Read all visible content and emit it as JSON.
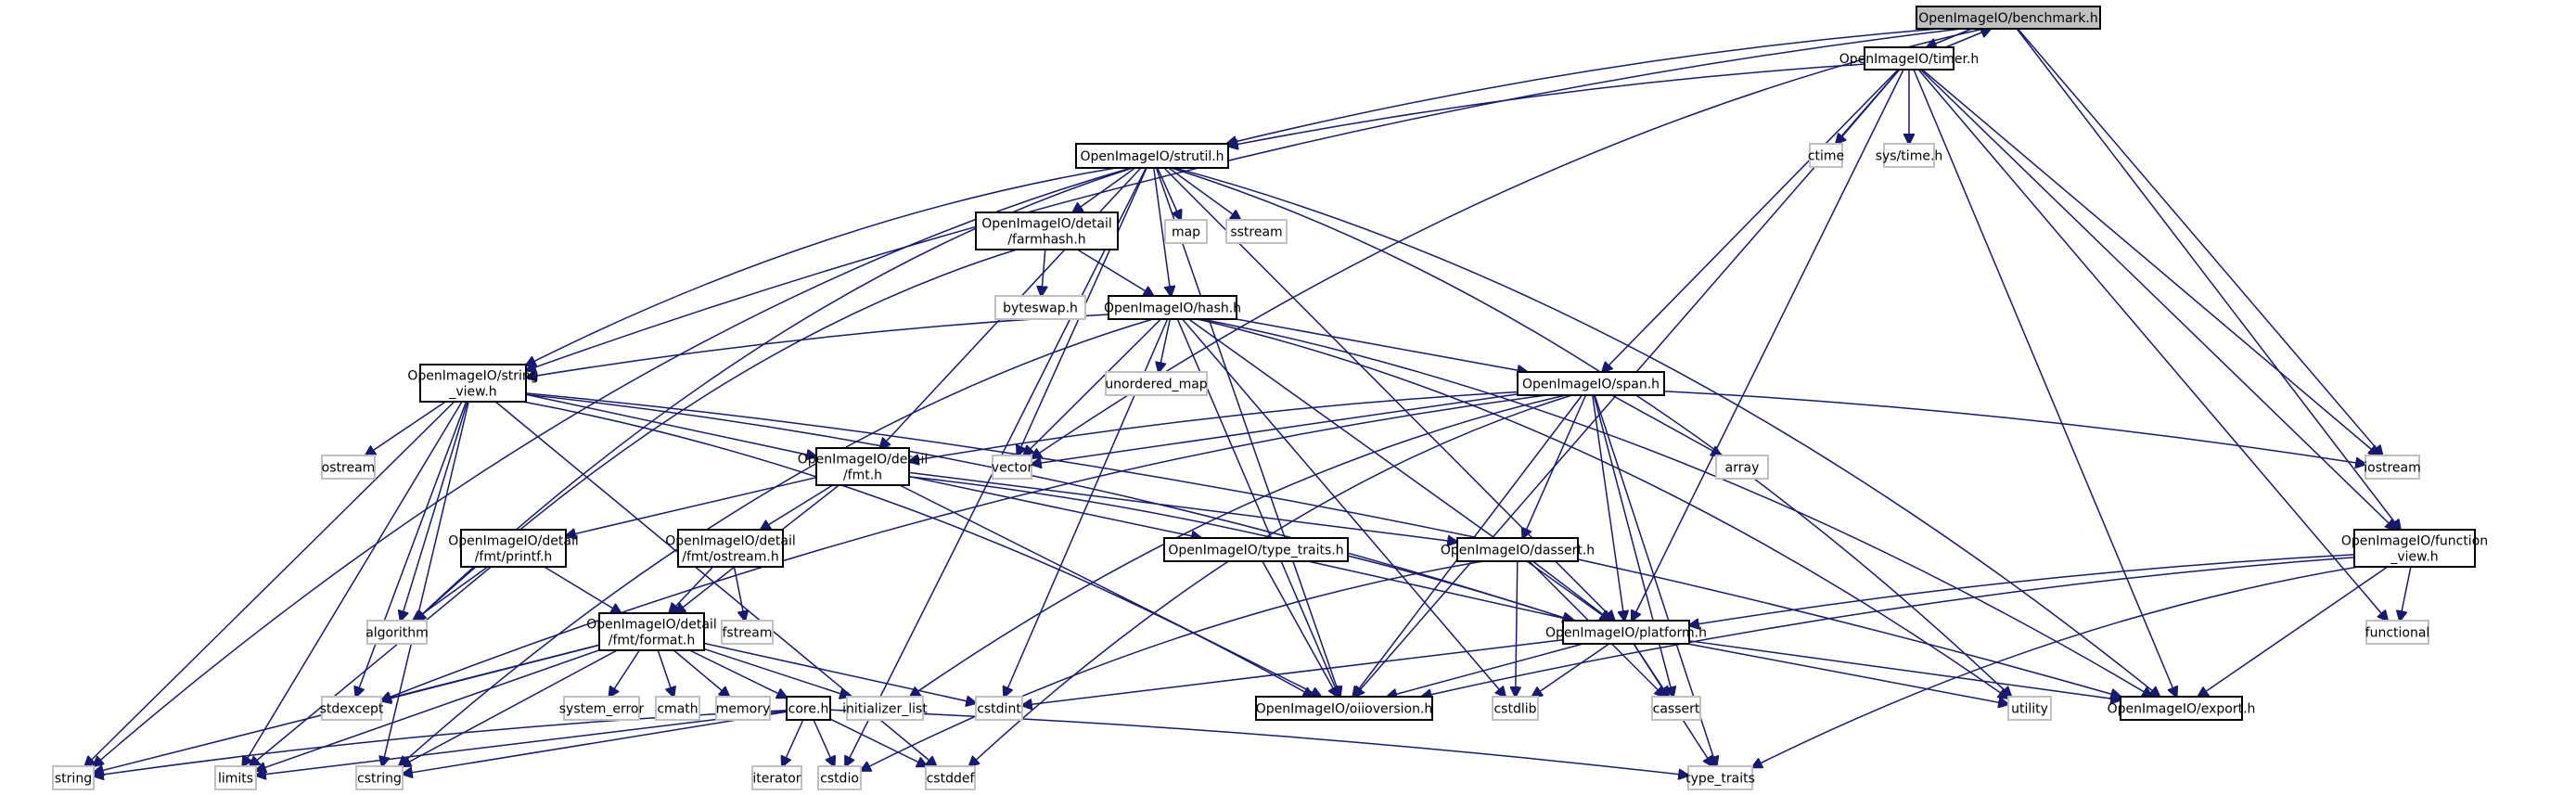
{
  "diagram": {
    "type": "include-dependency-graph",
    "colors": {
      "edge": "#191970",
      "root_fill": "#bfbfbf",
      "project_border": "#000000",
      "system_border": "#bfbfbf"
    },
    "nodes": [
      {
        "id": "benchmark",
        "lines": [
          "OpenImageIO/benchmark.h"
        ],
        "kind": "root"
      },
      {
        "id": "timer",
        "lines": [
          "OpenImageIO/timer.h"
        ],
        "kind": "project"
      },
      {
        "id": "strutil",
        "lines": [
          "OpenImageIO/strutil.h"
        ],
        "kind": "project"
      },
      {
        "id": "ctime",
        "lines": [
          "ctime"
        ],
        "kind": "system"
      },
      {
        "id": "systime",
        "lines": [
          "sys/time.h"
        ],
        "kind": "system"
      },
      {
        "id": "farmhash",
        "lines": [
          "OpenImageIO/detail",
          "/farmhash.h"
        ],
        "kind": "project"
      },
      {
        "id": "map",
        "lines": [
          "map"
        ],
        "kind": "system"
      },
      {
        "id": "sstream",
        "lines": [
          "sstream"
        ],
        "kind": "system"
      },
      {
        "id": "byteswap",
        "lines": [
          "byteswap.h"
        ],
        "kind": "system"
      },
      {
        "id": "hash",
        "lines": [
          "OpenImageIO/hash.h"
        ],
        "kind": "project"
      },
      {
        "id": "string_view",
        "lines": [
          "OpenImageIO/string",
          "_view.h"
        ],
        "kind": "project"
      },
      {
        "id": "unordered_map",
        "lines": [
          "unordered_map"
        ],
        "kind": "system"
      },
      {
        "id": "span",
        "lines": [
          "OpenImageIO/span.h"
        ],
        "kind": "project"
      },
      {
        "id": "ostream",
        "lines": [
          "ostream"
        ],
        "kind": "system"
      },
      {
        "id": "fmt",
        "lines": [
          "OpenImageIO/detail",
          "/fmt.h"
        ],
        "kind": "project"
      },
      {
        "id": "vector",
        "lines": [
          "vector"
        ],
        "kind": "system"
      },
      {
        "id": "array",
        "lines": [
          "array"
        ],
        "kind": "system"
      },
      {
        "id": "iostream",
        "lines": [
          "iostream"
        ],
        "kind": "system"
      },
      {
        "id": "printf",
        "lines": [
          "OpenImageIO/detail",
          "/fmt/printf.h"
        ],
        "kind": "project"
      },
      {
        "id": "fmt_ostream",
        "lines": [
          "OpenImageIO/detail",
          "/fmt/ostream.h"
        ],
        "kind": "project"
      },
      {
        "id": "type_traits_h",
        "lines": [
          "OpenImageIO/type_traits.h"
        ],
        "kind": "project"
      },
      {
        "id": "dassert",
        "lines": [
          "OpenImageIO/dassert.h"
        ],
        "kind": "project"
      },
      {
        "id": "function_view",
        "lines": [
          "OpenImageIO/function",
          "_view.h"
        ],
        "kind": "project"
      },
      {
        "id": "algorithm",
        "lines": [
          "algorithm"
        ],
        "kind": "system"
      },
      {
        "id": "format",
        "lines": [
          "OpenImageIO/detail",
          "/fmt/format.h"
        ],
        "kind": "project"
      },
      {
        "id": "fstream",
        "lines": [
          "fstream"
        ],
        "kind": "system"
      },
      {
        "id": "platform",
        "lines": [
          "OpenImageIO/platform.h"
        ],
        "kind": "project"
      },
      {
        "id": "functional",
        "lines": [
          "functional"
        ],
        "kind": "system"
      },
      {
        "id": "stdexcept",
        "lines": [
          "stdexcept"
        ],
        "kind": "system"
      },
      {
        "id": "system_error",
        "lines": [
          "system_error"
        ],
        "kind": "system"
      },
      {
        "id": "cmath",
        "lines": [
          "cmath"
        ],
        "kind": "system"
      },
      {
        "id": "memory",
        "lines": [
          "memory"
        ],
        "kind": "system"
      },
      {
        "id": "core",
        "lines": [
          "core.h"
        ],
        "kind": "project"
      },
      {
        "id": "initializer_list",
        "lines": [
          "initializer_list"
        ],
        "kind": "system"
      },
      {
        "id": "cstdint",
        "lines": [
          "cstdint"
        ],
        "kind": "system"
      },
      {
        "id": "oiioversion",
        "lines": [
          "OpenImageIO/oiioversion.h"
        ],
        "kind": "project"
      },
      {
        "id": "cstdlib",
        "lines": [
          "cstdlib"
        ],
        "kind": "system"
      },
      {
        "id": "cassert",
        "lines": [
          "cassert"
        ],
        "kind": "system"
      },
      {
        "id": "utility",
        "lines": [
          "utility"
        ],
        "kind": "system"
      },
      {
        "id": "export",
        "lines": [
          "OpenImageIO/export.h"
        ],
        "kind": "project"
      },
      {
        "id": "string",
        "lines": [
          "string"
        ],
        "kind": "system"
      },
      {
        "id": "limits",
        "lines": [
          "limits"
        ],
        "kind": "system"
      },
      {
        "id": "cstring",
        "lines": [
          "cstring"
        ],
        "kind": "system"
      },
      {
        "id": "iterator",
        "lines": [
          "iterator"
        ],
        "kind": "system"
      },
      {
        "id": "cstdio",
        "lines": [
          "cstdio"
        ],
        "kind": "system"
      },
      {
        "id": "cstddef",
        "lines": [
          "cstddef"
        ],
        "kind": "system"
      },
      {
        "id": "type_traits",
        "lines": [
          "type_traits"
        ],
        "kind": "system"
      }
    ],
    "edges": [
      [
        "benchmark",
        "timer"
      ],
      [
        "timer",
        "benchmark"
      ],
      [
        "benchmark",
        "strutil"
      ],
      [
        "benchmark",
        "string_view"
      ],
      [
        "benchmark",
        "vector"
      ],
      [
        "benchmark",
        "iostream"
      ],
      [
        "benchmark",
        "function_view"
      ],
      [
        "timer",
        "strutil"
      ],
      [
        "timer",
        "ctime"
      ],
      [
        "timer",
        "systime"
      ],
      [
        "timer",
        "span"
      ],
      [
        "timer",
        "platform"
      ],
      [
        "timer",
        "oiioversion"
      ],
      [
        "timer",
        "export"
      ],
      [
        "timer",
        "iostream"
      ],
      [
        "timer",
        "function_view"
      ],
      [
        "timer",
        "functional"
      ],
      [
        "strutil",
        "farmhash"
      ],
      [
        "strutil",
        "map"
      ],
      [
        "strutil",
        "sstream"
      ],
      [
        "strutil",
        "hash"
      ],
      [
        "strutil",
        "string_view"
      ],
      [
        "strutil",
        "fmt"
      ],
      [
        "strutil",
        "vector"
      ],
      [
        "strutil",
        "string"
      ],
      [
        "strutil",
        "export"
      ],
      [
        "strutil",
        "oiioversion"
      ],
      [
        "strutil",
        "platform"
      ],
      [
        "strutil",
        "utility"
      ],
      [
        "strutil",
        "cstdio"
      ],
      [
        "strutil",
        "algorithm"
      ],
      [
        "farmhash",
        "byteswap"
      ],
      [
        "farmhash",
        "hash"
      ],
      [
        "farmhash",
        "algorithm"
      ],
      [
        "hash",
        "unordered_map"
      ],
      [
        "hash",
        "string_view"
      ],
      [
        "hash",
        "span"
      ],
      [
        "hash",
        "vector"
      ],
      [
        "hash",
        "cstring"
      ],
      [
        "hash",
        "cstdint"
      ],
      [
        "hash",
        "oiioversion"
      ],
      [
        "hash",
        "export"
      ],
      [
        "hash",
        "cstdlib"
      ],
      [
        "hash",
        "utility"
      ],
      [
        "hash",
        "platform"
      ],
      [
        "string_view",
        "ostream"
      ],
      [
        "string_view",
        "fmt"
      ],
      [
        "string_view",
        "string"
      ],
      [
        "string_view",
        "algorithm"
      ],
      [
        "string_view",
        "stdexcept"
      ],
      [
        "string_view",
        "limits"
      ],
      [
        "string_view",
        "cstring"
      ],
      [
        "string_view",
        "cstddef"
      ],
      [
        "string_view",
        "oiioversion"
      ],
      [
        "string_view",
        "export"
      ],
      [
        "string_view",
        "platform"
      ],
      [
        "span",
        "fmt"
      ],
      [
        "span",
        "vector"
      ],
      [
        "span",
        "array"
      ],
      [
        "span",
        "iostream"
      ],
      [
        "span",
        "dassert"
      ],
      [
        "span",
        "platform"
      ],
      [
        "span",
        "oiioversion"
      ],
      [
        "span",
        "initializer_list"
      ],
      [
        "span",
        "stdexcept"
      ],
      [
        "span",
        "type_traits"
      ],
      [
        "span",
        "cassert"
      ],
      [
        "span",
        "cstddef"
      ],
      [
        "fmt",
        "printf"
      ],
      [
        "fmt",
        "fmt_ostream"
      ],
      [
        "fmt",
        "format"
      ],
      [
        "fmt",
        "type_traits_h"
      ],
      [
        "fmt",
        "dassert"
      ],
      [
        "fmt",
        "platform"
      ],
      [
        "fmt",
        "oiioversion"
      ],
      [
        "printf",
        "algorithm"
      ],
      [
        "printf",
        "format"
      ],
      [
        "printf",
        "limits"
      ],
      [
        "fmt_ostream",
        "format"
      ],
      [
        "fmt_ostream",
        "fstream"
      ],
      [
        "type_traits_h",
        "oiioversion"
      ],
      [
        "type_traits_h",
        "platform"
      ],
      [
        "dassert",
        "platform"
      ],
      [
        "dassert",
        "cstdlib"
      ],
      [
        "dassert",
        "cassert"
      ],
      [
        "dassert",
        "cstdio"
      ],
      [
        "function_view",
        "platform"
      ],
      [
        "function_view",
        "export"
      ],
      [
        "function_view",
        "oiioversion"
      ],
      [
        "function_view",
        "functional"
      ],
      [
        "function_view",
        "type_traits"
      ],
      [
        "format",
        "stdexcept"
      ],
      [
        "format",
        "system_error"
      ],
      [
        "format",
        "cmath"
      ],
      [
        "format",
        "memory"
      ],
      [
        "format",
        "core"
      ],
      [
        "format",
        "initializer_list"
      ],
      [
        "format",
        "cstdint"
      ],
      [
        "format",
        "limits"
      ],
      [
        "format",
        "cstring"
      ],
      [
        "format",
        "string"
      ],
      [
        "platform",
        "oiioversion"
      ],
      [
        "platform",
        "cstdlib"
      ],
      [
        "platform",
        "cassert"
      ],
      [
        "platform",
        "utility"
      ],
      [
        "platform",
        "export"
      ],
      [
        "platform",
        "type_traits"
      ],
      [
        "platform",
        "cstdint"
      ],
      [
        "core",
        "iterator"
      ],
      [
        "core",
        "cstdio"
      ],
      [
        "core",
        "cstddef"
      ],
      [
        "core",
        "type_traits"
      ],
      [
        "core",
        "string"
      ],
      [
        "core",
        "limits"
      ],
      [
        "core",
        "cstring"
      ]
    ]
  }
}
